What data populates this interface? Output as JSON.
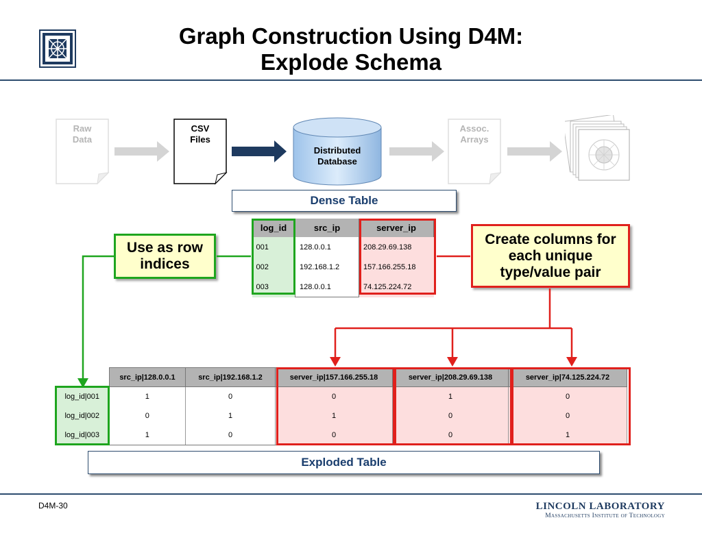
{
  "slide": {
    "title_line1": "Graph Construction Using D4M:",
    "title_line2": "Explode Schema",
    "slide_number": "D4M-30",
    "lab_name": "LINCOLN LABORATORY",
    "lab_subtitle": "Massachusetts Institute of Technology"
  },
  "flow": {
    "raw_data": [
      "Raw",
      "Data"
    ],
    "csv_files": [
      "CSV",
      "Files"
    ],
    "database": [
      "Distributed",
      "Database"
    ],
    "assoc_arrays": [
      "Assoc.",
      "Arrays"
    ]
  },
  "captions": {
    "dense": "Dense Table",
    "exploded": "Exploded Table"
  },
  "callouts": {
    "left": [
      "Use as row",
      "indices"
    ],
    "right": [
      "Create columns for",
      "each unique",
      "type/value pair"
    ]
  },
  "dense_table": {
    "headers": [
      "log_id",
      "src_ip",
      "server_ip"
    ],
    "rows": [
      [
        "001",
        "128.0.0.1",
        "208.29.69.138"
      ],
      [
        "002",
        "192.168.1.2",
        "157.166.255.18"
      ],
      [
        "003",
        "128.0.0.1",
        "74.125.224.72"
      ]
    ]
  },
  "exploded_table": {
    "headers": [
      "src_ip|128.0.0.1",
      "src_ip|192.168.1.2",
      "server_ip|157.166.255.18",
      "server_ip|208.29.69.138",
      "server_ip|74.125.224.72"
    ],
    "row_headers": [
      "log_id|001",
      "log_id|002",
      "log_id|003"
    ],
    "cells": [
      [
        "1",
        "0",
        "0",
        "1",
        "0"
      ],
      [
        "0",
        "1",
        "1",
        "0",
        "0"
      ],
      [
        "1",
        "0",
        "0",
        "0",
        "1"
      ]
    ]
  },
  "colors": {
    "navy": "#1e3a5f",
    "highlight_green": "#1ea51e",
    "highlight_red": "#e0201c",
    "green_fill": "#d8f0d8",
    "red_fill": "#fddede",
    "callout_fill": "#ffffcc",
    "header_gray": "#b3b3b3"
  },
  "icons": [
    "mit-ll-logo-icon",
    "document-icon",
    "database-icon",
    "arrow-right-icon",
    "graph-stack-icon"
  ]
}
